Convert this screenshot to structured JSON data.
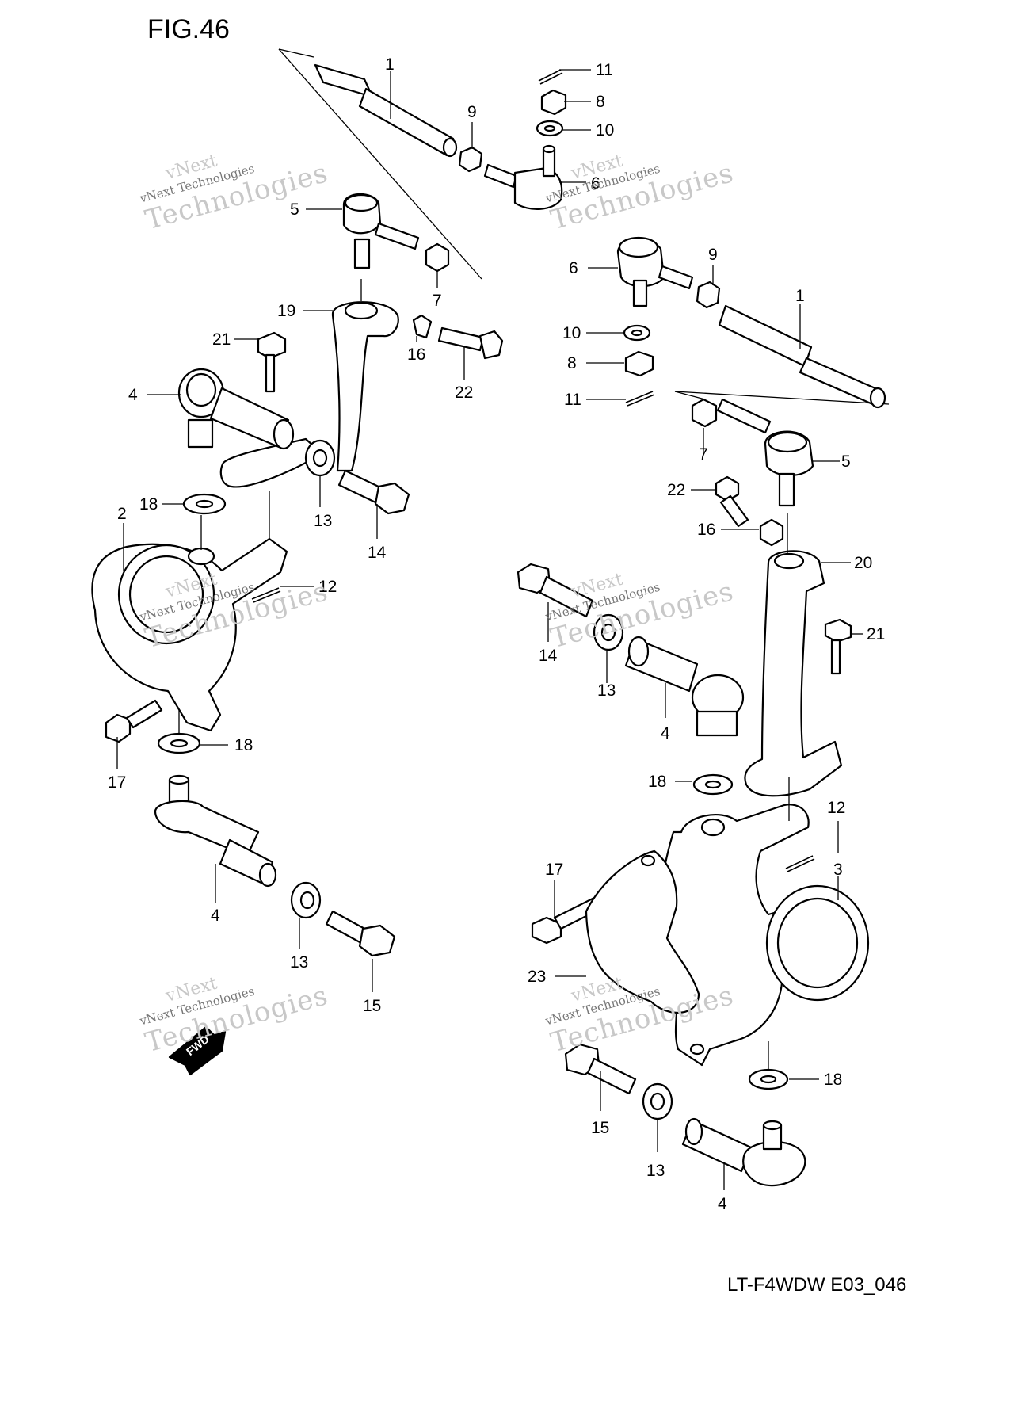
{
  "figure": {
    "title": "FIG.46",
    "code": "LT-F4WDW E03_046"
  },
  "watermark": {
    "line1": "vNext",
    "line2": "vNext Technologies",
    "line3": "Technologies"
  },
  "fwd_label": "FWD",
  "callouts": {
    "c1a": "1",
    "c11a": "11",
    "c8a": "8",
    "c9a": "9",
    "c10a": "10",
    "c6a": "6",
    "c5a": "5",
    "c7a": "7",
    "c19": "19",
    "c21a": "21",
    "c16a": "16",
    "c22a": "22",
    "c4a": "4",
    "c18a": "18",
    "c13a": "13",
    "c14a": "14",
    "c2": "2",
    "c12a": "12",
    "c17a": "17",
    "c18b": "18",
    "c4b": "4",
    "c13b": "13",
    "c15a": "15",
    "c6b": "6",
    "c9b": "9",
    "c1b": "1",
    "c10b": "10",
    "c8b": "8",
    "c11b": "11",
    "c7b": "7",
    "c5b": "5",
    "c22b": "22",
    "c16b": "16",
    "c20": "20",
    "c21b": "21",
    "c14b": "14",
    "c13c": "13",
    "c4c": "4",
    "c18c": "18",
    "c12b": "12",
    "c17b": "17",
    "c3": "3",
    "c23": "23",
    "c18d": "18",
    "c15b": "15",
    "c13d": "13",
    "c4d": "4"
  }
}
